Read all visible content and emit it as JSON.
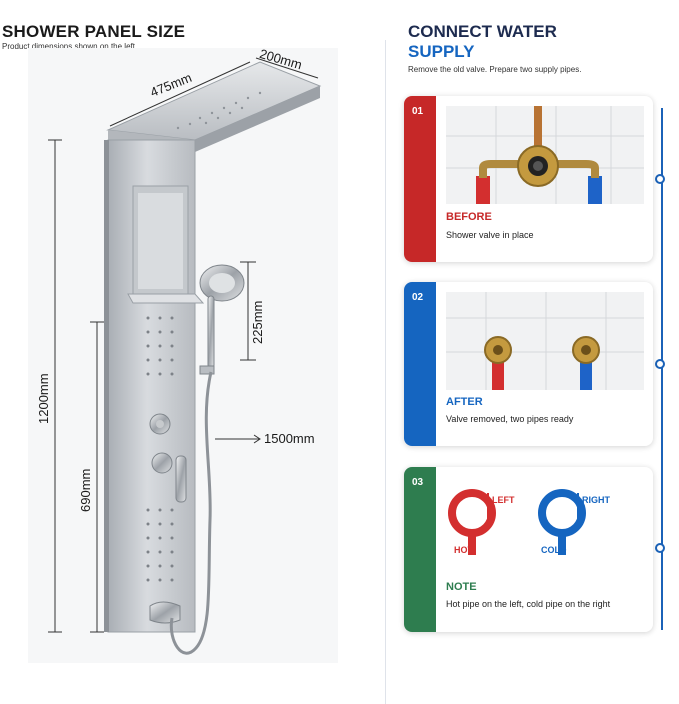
{
  "left": {
    "title": "SHOWER PANEL SIZE",
    "subtitle": "Product dimensions shown on the left",
    "dimensions": {
      "width": "475mm",
      "depth": "200mm",
      "height": "1200mm",
      "lower_height": "690mm",
      "shelf_to_handle": "225mm",
      "hose": "1500mm"
    }
  },
  "right": {
    "title_line1": "CONNECT WATER",
    "title_line2": "SUPPLY",
    "subtitle": "Remove the old valve. Prepare two supply pipes.",
    "steps": [
      {
        "num": "01",
        "label": "BEFORE",
        "desc": "Shower valve in place",
        "color": "#c62828"
      },
      {
        "num": "02",
        "label": "AFTER",
        "desc": "Valve removed, two pipes ready",
        "color": "#1565c0"
      },
      {
        "num": "03",
        "label": "NOTE",
        "desc": "Hot pipe on the left, cold pipe on the right",
        "color": "#2e7d4f",
        "left_label": "LEFT",
        "right_label": "RIGHT",
        "hot_label": "HOT",
        "cold_label": "COLD"
      }
    ]
  },
  "colors": {
    "accent_blue": "#1565c0",
    "hot_red": "#d32f2f",
    "cold_blue": "#1565c0",
    "note_green": "#2e7d4f"
  }
}
